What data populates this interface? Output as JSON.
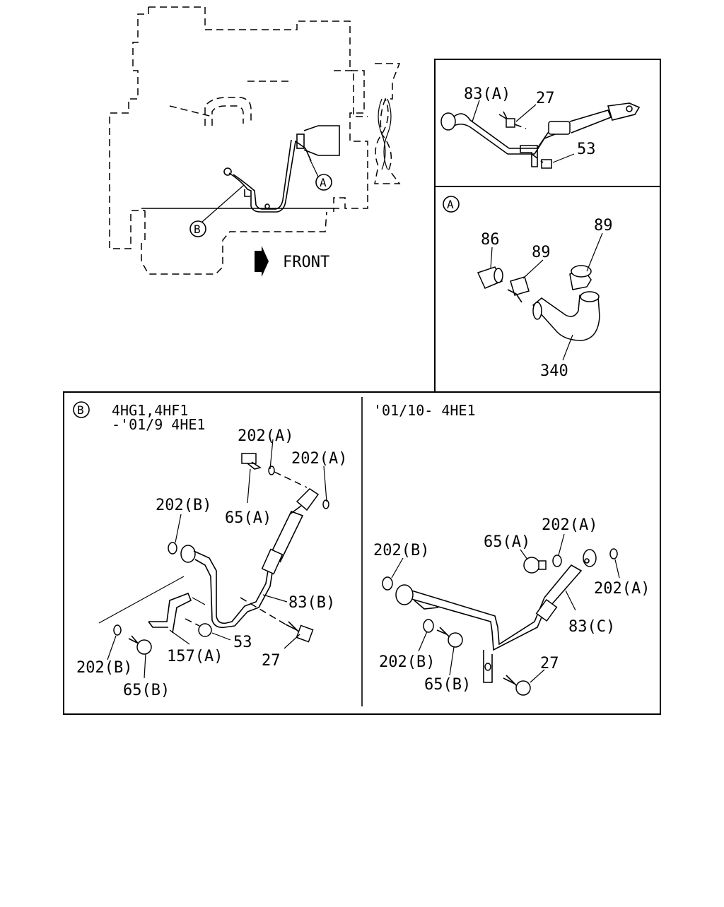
{
  "overview": {
    "front_label": "FRONT",
    "callout_a": "A",
    "callout_b": "B"
  },
  "inset_top": {
    "labels": [
      "83(A)",
      "27",
      "53"
    ]
  },
  "inset_a": {
    "marker": "A",
    "labels": [
      "86",
      "89",
      "89",
      "340"
    ]
  },
  "panel_b": {
    "marker": "B",
    "left": {
      "variant_line1": "4HG1,4HF1",
      "variant_line2": "-'01/9 4HE1",
      "labels": [
        "202(A)",
        "202(A)",
        "65(A)",
        "202(B)",
        "83(B)",
        "53",
        "27",
        "157(A)",
        "202(B)",
        "65(B)"
      ]
    },
    "right": {
      "variant_line1": "'01/10- 4HE1",
      "labels": [
        "65(A)",
        "202(A)",
        "202(B)",
        "202(A)",
        "83(C)",
        "27",
        "202(B)",
        "65(B)"
      ]
    }
  }
}
